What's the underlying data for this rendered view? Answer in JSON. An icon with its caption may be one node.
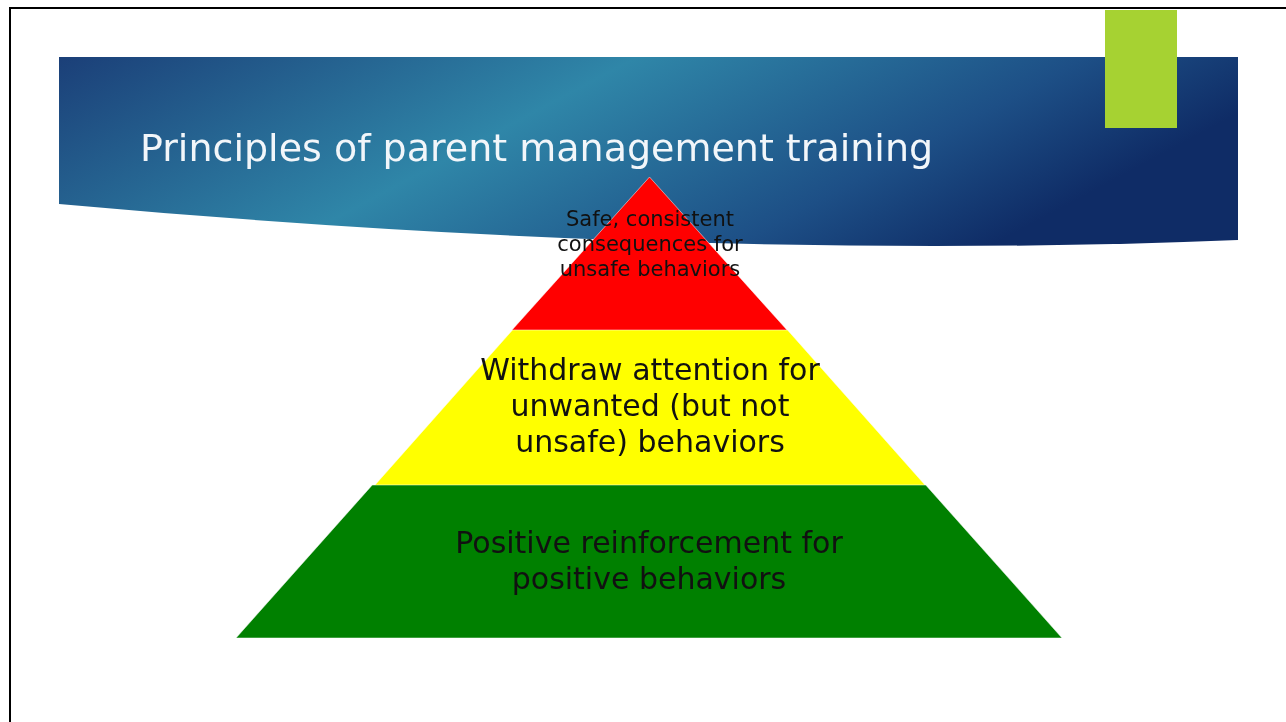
{
  "diagram": {
    "title": "Principles of parent management training",
    "nodes": [
      {
        "text": [
          "Safe, consistent consequences for unsafe behaviors"
        ]
      },
      {
        "text": [
          "Withdraw attention for unwanted (but not unsafe) behaviors"
        ]
      },
      {
        "text": [
          "Positive reinforcement for positive behaviors"
        ]
      }
    ]
  }
}
